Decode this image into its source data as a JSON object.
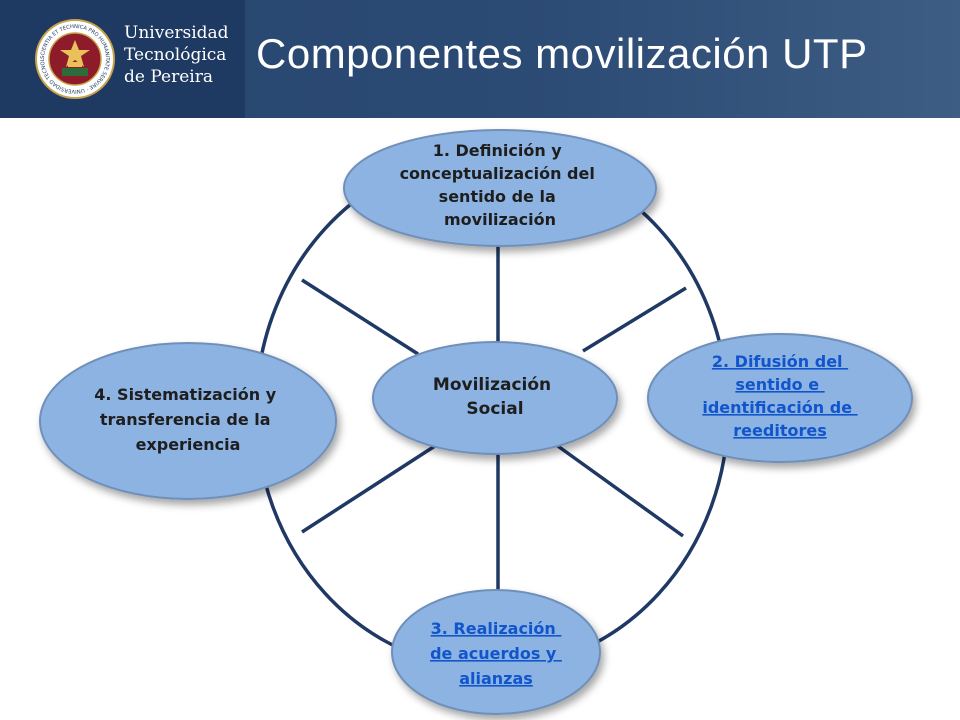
{
  "header": {
    "university_lines": [
      "Universidad",
      "Tecnológica",
      "de Pereira"
    ],
    "seal_text": "SCIENTIA ET TECHNICA PRO HUMANITATE SERVIRE · UNIVERSIDAD TECNOLÓGICA DE PEREIRA · UTP",
    "title": "Componentes movilización UTP"
  },
  "diagram": {
    "center": [
      "Movilización",
      "Social"
    ],
    "components": [
      {
        "id": "definicion",
        "lines": [
          "1. Definición y",
          "conceptualización del",
          "sentido de la",
          "movilización"
        ],
        "link": false
      },
      {
        "id": "difusion",
        "lines": [
          "2. Difusión del",
          "sentido e",
          "identificación de",
          "reeditores"
        ],
        "link": true
      },
      {
        "id": "realizacion",
        "lines": [
          "3. Realización",
          "de acuerdos y",
          "alianzas"
        ],
        "link": true
      },
      {
        "id": "sistematizacion",
        "lines": [
          "4. Sistematización y",
          "transferencia de la",
          "experiencia"
        ],
        "link": false
      }
    ]
  },
  "colors": {
    "node_fill": "#8db3e2",
    "node_stroke": "#6f8fb9",
    "ring": "#1f3864",
    "link": "#1155cc",
    "header": "#27466f"
  }
}
